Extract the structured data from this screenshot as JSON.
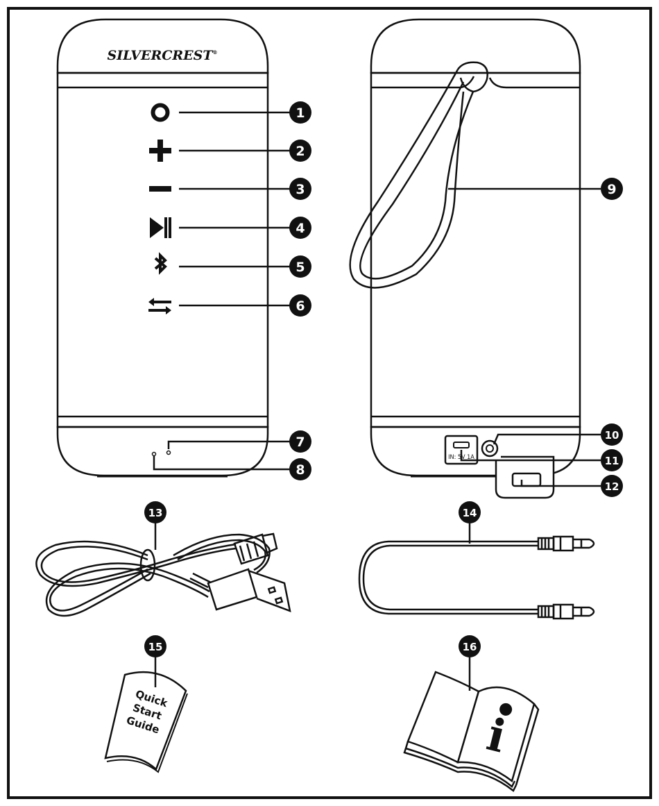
{
  "brand": {
    "name_part1": "SILVER",
    "name_part2": "CREST",
    "trademark": "®"
  },
  "port_label": "IN: 5V 1A",
  "quick_start_guide": {
    "line1": "Quick",
    "line2": "Start",
    "line3": "Guide"
  },
  "info_icon_glyph": "i",
  "callouts": [
    {
      "number": "1",
      "item": "power-button"
    },
    {
      "number": "2",
      "item": "volume-up-button"
    },
    {
      "number": "3",
      "item": "volume-down-button"
    },
    {
      "number": "4",
      "item": "play-pause-button"
    },
    {
      "number": "5",
      "item": "bluetooth-button"
    },
    {
      "number": "6",
      "item": "mode-button"
    },
    {
      "number": "7",
      "item": "led-indicator"
    },
    {
      "number": "8",
      "item": "microphone"
    },
    {
      "number": "9",
      "item": "carrying-strap"
    },
    {
      "number": "10",
      "item": "aux-in-jack"
    },
    {
      "number": "11",
      "item": "micro-usb-charging-port"
    },
    {
      "number": "12",
      "item": "port-cover-tab"
    },
    {
      "number": "13",
      "item": "usb-charging-cable"
    },
    {
      "number": "14",
      "item": "audio-cable"
    },
    {
      "number": "15",
      "item": "quick-start-guide"
    },
    {
      "number": "16",
      "item": "operating-instructions"
    }
  ],
  "colors": {
    "line": "#111111",
    "background": "#ffffff",
    "badge": "#111111"
  },
  "icons": {
    "power": "circle",
    "volume_up": "plus",
    "volume_down": "minus",
    "play_pause": "play-pause",
    "bluetooth": "bluetooth",
    "mode": "swap-arrows"
  }
}
